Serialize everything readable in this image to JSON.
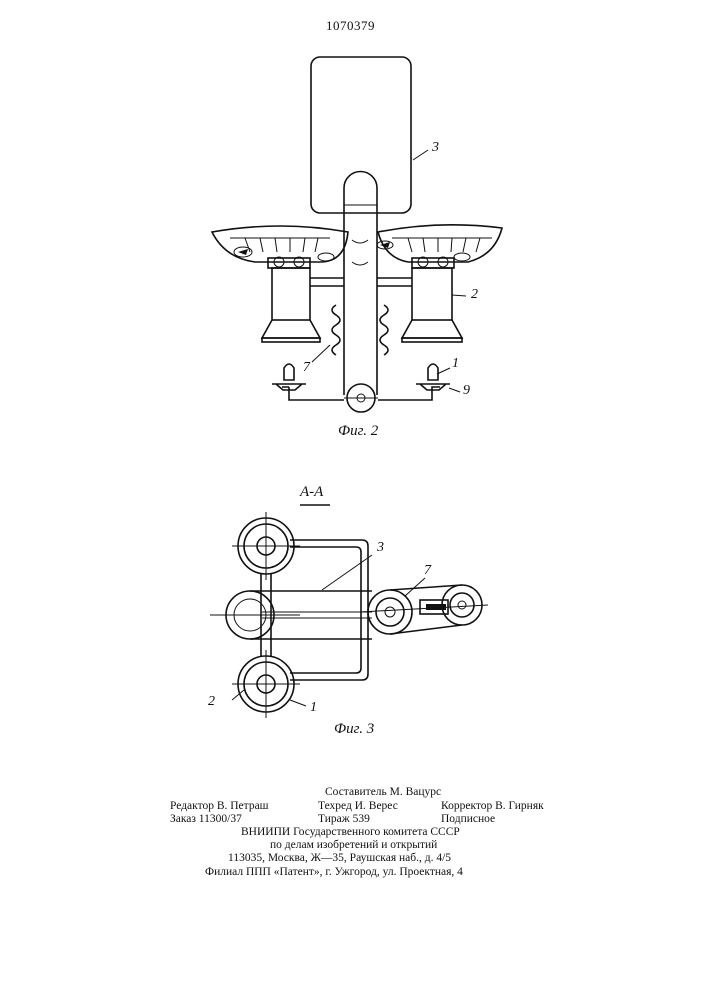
{
  "document_number": "1070379",
  "figures": {
    "fig2": {
      "caption": "Фиг. 2",
      "callouts": [
        "3",
        "2",
        "7",
        "1",
        "9"
      ]
    },
    "fig3": {
      "caption": "Фиг. 3",
      "section": "А-А",
      "callouts": [
        "3",
        "7",
        "2",
        "1"
      ]
    }
  },
  "imprint": {
    "compiler": "Составитель М. Вацурс",
    "editor": "Редактор В. Петраш",
    "techred": "Техред И. Верес",
    "corrector": "Корректор В. Гирняк",
    "order": "Заказ 11300/37",
    "circulation": "Тираж 539",
    "subscription": "Подписное",
    "org_line1": "ВНИИПИ Государственного комитета СССР",
    "org_line2": "по делам изобретений и открытий",
    "address": "113035, Москва, Ж—35, Раушская наб., д. 4/5",
    "branch": "Филиал ППП «Патент», г. Ужгород, ул. Проектная, 4"
  }
}
